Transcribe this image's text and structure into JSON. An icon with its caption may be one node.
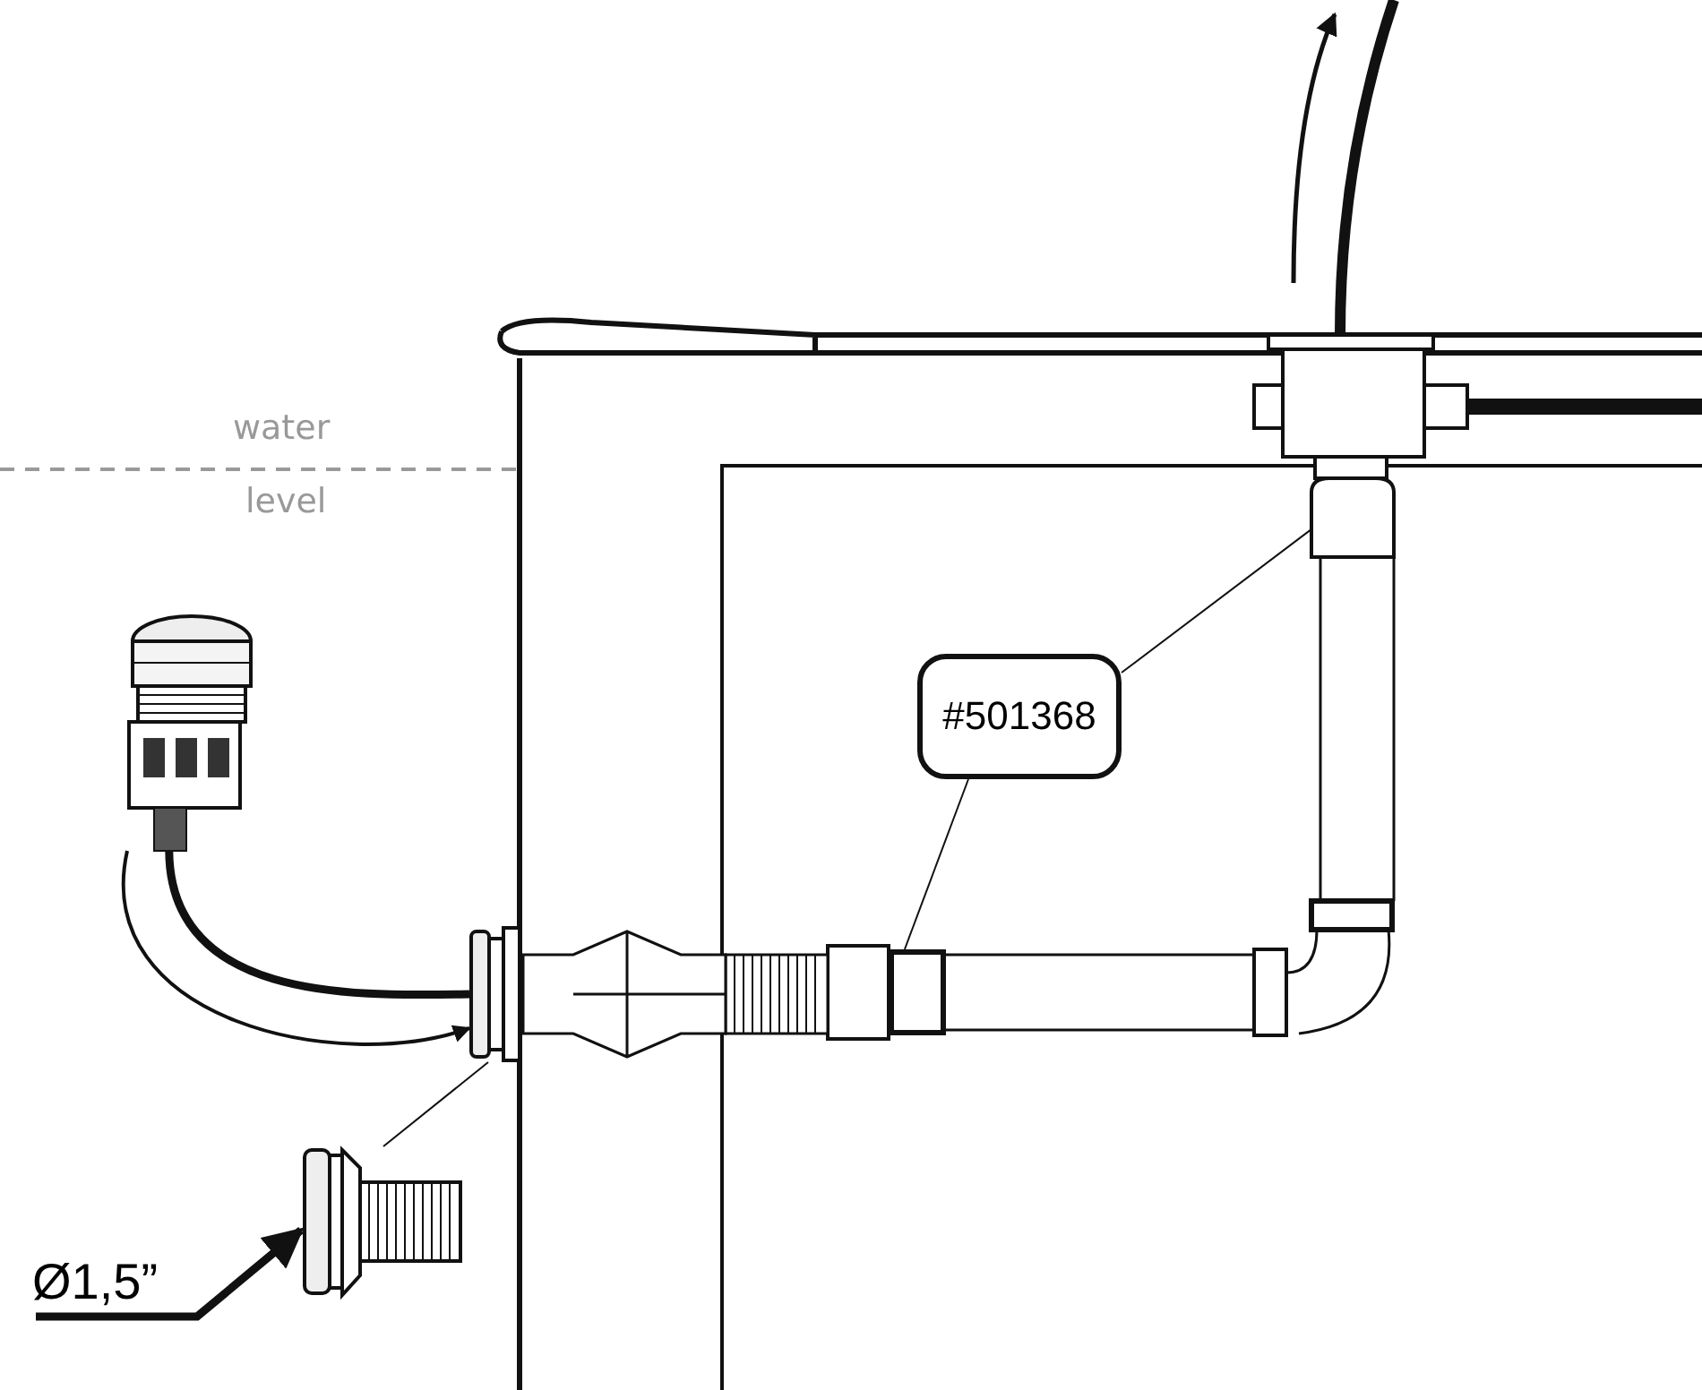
{
  "diagram": {
    "nodes": [
      {
        "text": [
          "#501368"
        ]
      },
      {
        "text": [],
        "shape": "box"
      },
      {
        "text": [],
        "shape": "box"
      },
      {
        "text": [],
        "shape": "picture"
      },
      {
        "text": [],
        "shape": "picture"
      },
      {
        "text": [],
        "shape": "picture"
      },
      {
        "text": [
          "Ø1,5”"
        ]
      }
    ],
    "edges": [
      {
        "from": 0,
        "to": 1,
        "arrow": "none"
      },
      {
        "from": 0,
        "to": 2,
        "arrow": "none"
      },
      {
        "from": 3,
        "to": 4,
        "arrow": "none",
        "style": "thick"
      },
      {
        "from": 3,
        "to": 4,
        "arrow": "to"
      },
      {
        "from": 4,
        "to": 5,
        "arrow": "none"
      },
      {
        "from": 6,
        "to": 5,
        "arrow": "to",
        "style": "thick"
      }
    ],
    "labels": [
      "water",
      "level"
    ]
  }
}
